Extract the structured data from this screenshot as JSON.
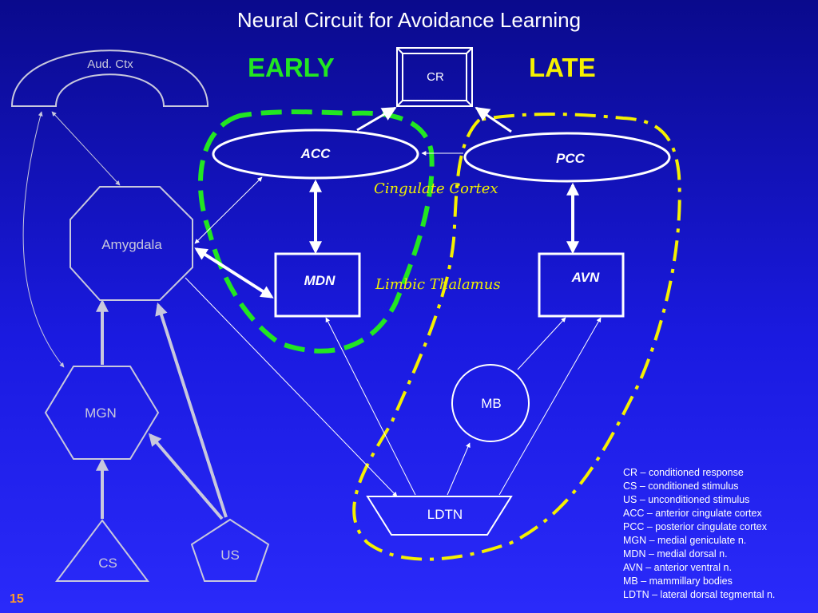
{
  "title": "Neural Circuit for Avoidance Learning",
  "phases": {
    "early": "EARLY",
    "late": "LATE"
  },
  "nodes": {
    "aud_ctx": "Aud. Ctx",
    "cr": "CR",
    "acc": "ACC",
    "pcc": "PCC",
    "amygdala": "Amygdala",
    "mdn": "MDN",
    "avn": "AVN",
    "mgn": "MGN",
    "mb": "MB",
    "ldtn": "LDTN",
    "cs": "CS",
    "us": "US"
  },
  "region_labels": {
    "cingulate_cortex": "Cingulate Cortex",
    "limbic_thalamus": "Limbic Thalamus"
  },
  "legend": [
    "CR – conditioned response",
    "CS – conditioned stimulus",
    "US – unconditioned stimulus",
    "ACC – anterior cingulate cortex",
    "PCC – posterior cingulate cortex",
    "MGN – medial geniculate n.",
    "MDN – medial dorsal n.",
    "AVN – anterior ventral n.",
    "MB – mammillary bodies",
    "LDTN – lateral dorsal tegmental n."
  ],
  "page_number": "15",
  "colors": {
    "early": "#22e622",
    "late": "#f5f000",
    "page_number": "#ff9a2a"
  }
}
